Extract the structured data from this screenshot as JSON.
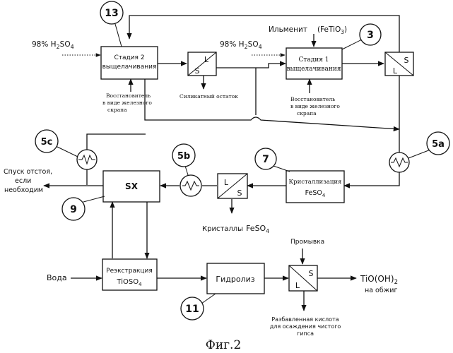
{
  "caption": "Фиг.2",
  "boxes": {
    "stage2": {
      "line1": "Стадия 2",
      "line2": "выщелачивания"
    },
    "stage1": {
      "line1": "Стадия 1",
      "line2": "выщелачивания"
    },
    "cryst": {
      "line1": "Кристаллизация",
      "line2": "FeSO",
      "sub": "4"
    },
    "sx": {
      "label": "SX"
    },
    "reex": {
      "line1": "Реэкстракция",
      "line2": "TiOSO",
      "sub": "4"
    },
    "hydro": {
      "label": "Гидролиз"
    }
  },
  "callouts": {
    "c13": "13",
    "c3": "3",
    "c7": "7",
    "c9": "9",
    "c11": "11",
    "c5a": "5a",
    "c5b": "5b",
    "c5c": "5c"
  },
  "separators": {
    "S": "S",
    "L": "L"
  },
  "labels": {
    "acid_left": {
      "pre": "98% H",
      "sub1": "2",
      "mid": "SO",
      "sub2": "4"
    },
    "acid_right": {
      "pre": "98% H",
      "sub1": "2",
      "mid": "SO",
      "sub2": "4"
    },
    "ilmenite": {
      "text": "Ильменит",
      "formula_pre": "(FeTiO",
      "formula_sub": "3",
      "formula_post": ")"
    },
    "reducer_left": [
      "Восстановитель",
      "в виде железного",
      "скрапа"
    ],
    "reducer_right": [
      "Восстановитель",
      "в виде железного",
      "скрапа"
    ],
    "silicate": "Силикатный остаток",
    "drain": [
      "Спуск отстоя,",
      "если",
      "необходим"
    ],
    "crystals": {
      "text": "Кристаллы",
      "formula": "FeSO",
      "sub": "4"
    },
    "wash": "Промывка",
    "water": "Вода",
    "product": {
      "pre": "TiO(OH)",
      "sub": "2",
      "note": "на обжиг"
    },
    "dilute": [
      "Разбавленная кислота",
      "для осаждения чистого",
      "гипса"
    ]
  }
}
